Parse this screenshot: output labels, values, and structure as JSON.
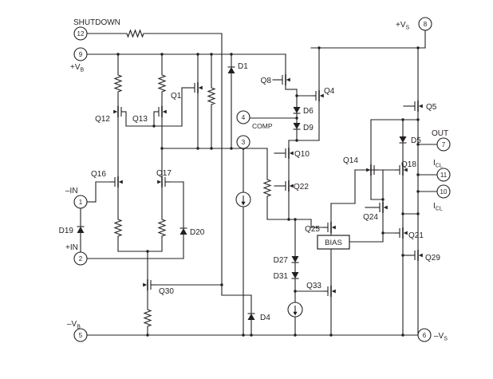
{
  "meta": {
    "ink": "#231f20",
    "background": "#ffffff",
    "kind": "op-amp internal schematic"
  },
  "pins": {
    "p1": {
      "num": "1",
      "label": "–IN"
    },
    "p2": {
      "num": "2",
      "label": "+IN"
    },
    "p3": {
      "num": "3"
    },
    "p4": {
      "num": "4",
      "label": "COMP"
    },
    "p5": {
      "num": "5",
      "label_main": "–V",
      "label_sub": "B"
    },
    "p6": {
      "num": "6",
      "label_main": "–V",
      "label_sub": "S"
    },
    "p7": {
      "num": "7",
      "label": "OUT"
    },
    "p8": {
      "num": "8",
      "label_main": "+V",
      "label_sub": "S"
    },
    "p9": {
      "num": "9",
      "label_main": "+V",
      "label_sub": "B"
    },
    "p10": {
      "num": "10",
      "label_main": "I",
      "label_sub": "CL"
    },
    "p11": {
      "num": "11",
      "label_main": "I",
      "label_sub": "CL"
    },
    "p12": {
      "num": "12",
      "label": "SHUTDOWN"
    }
  },
  "transistors": {
    "q1": "Q1",
    "q4": "Q4",
    "q5": "Q5",
    "q8": "Q8",
    "q10": "Q10",
    "q12": "Q12",
    "q13": "Q13",
    "q14": "Q14",
    "q16": "Q16",
    "q17": "Q17",
    "q18": "Q18",
    "q21": "Q21",
    "q22": "Q22",
    "q24": "Q24",
    "q25": "Q25",
    "q29": "Q29",
    "q30": "Q30",
    "q33": "Q33"
  },
  "diodes": {
    "d1": "D1",
    "d4": "D4",
    "d5": "D5",
    "d6": "D6",
    "d9": "D9",
    "d19": "D19",
    "d20": "D20",
    "d27": "D27",
    "d31": "D31"
  },
  "blocks": {
    "bias": "BIAS"
  }
}
